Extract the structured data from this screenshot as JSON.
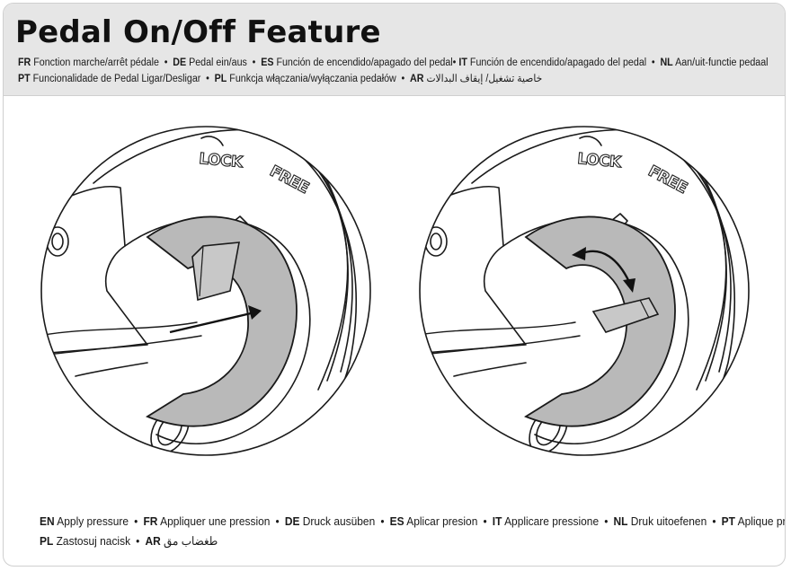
{
  "header": {
    "title": "Pedal On/Off Feature",
    "line1": [
      {
        "code": "FR",
        "text": "Fonction marche/arrêt pédale",
        "sep": "•"
      },
      {
        "code": "DE",
        "text": "Pedal ein/aus",
        "sep": "•"
      },
      {
        "code": "ES",
        "text": "Función de encendido/apagado del pedal",
        "sep": "•"
      },
      {
        "code": "IT",
        "text": "Función de encendido/apagado del pedal",
        "sep": "•"
      },
      {
        "code": "NL",
        "text": "Aan/uit-functie pedaal",
        "sep": ""
      }
    ],
    "line2": [
      {
        "code": "PT",
        "text": "Funcionalidade de Pedal Ligar/Desligar",
        "sep": "•"
      },
      {
        "code": "PL",
        "text": "Funkcja włączania/wyłączania pedałów",
        "sep": "•"
      },
      {
        "code": "AR",
        "text": "خاصية تشغيل/ إيقاف البدالات",
        "sep": ""
      }
    ]
  },
  "figures": {
    "left": {
      "lock_label": "LOCK",
      "free_label": "FREE"
    },
    "right": {
      "lock_label": "LOCK",
      "free_label": "FREE"
    }
  },
  "caption": {
    "line1": [
      {
        "code": "EN",
        "text": "Apply pressure",
        "sep": "•"
      },
      {
        "code": "FR",
        "text": "Appliquer une pression",
        "sep": "•"
      },
      {
        "code": "DE",
        "text": "Druck ausüben",
        "sep": "•"
      },
      {
        "code": "ES",
        "text": "Aplicar presion",
        "sep": "•"
      },
      {
        "code": "IT",
        "text": "Applicare pressione",
        "sep": "•"
      },
      {
        "code": "NL",
        "text": "Druk uitoefenen",
        "sep": "•"
      },
      {
        "code": "PT",
        "text": "Aplique pressão",
        "sep": "•"
      }
    ],
    "line2": [
      {
        "code": "PL",
        "text": "Zastosuj nacisk",
        "sep": "•"
      },
      {
        "code": "AR",
        "text": "طغضاب مق",
        "sep": ""
      }
    ]
  },
  "colors": {
    "header_bg": "#e6e6e6",
    "slot_gray": "#b9b9b9",
    "line": "#1a1a1a"
  }
}
